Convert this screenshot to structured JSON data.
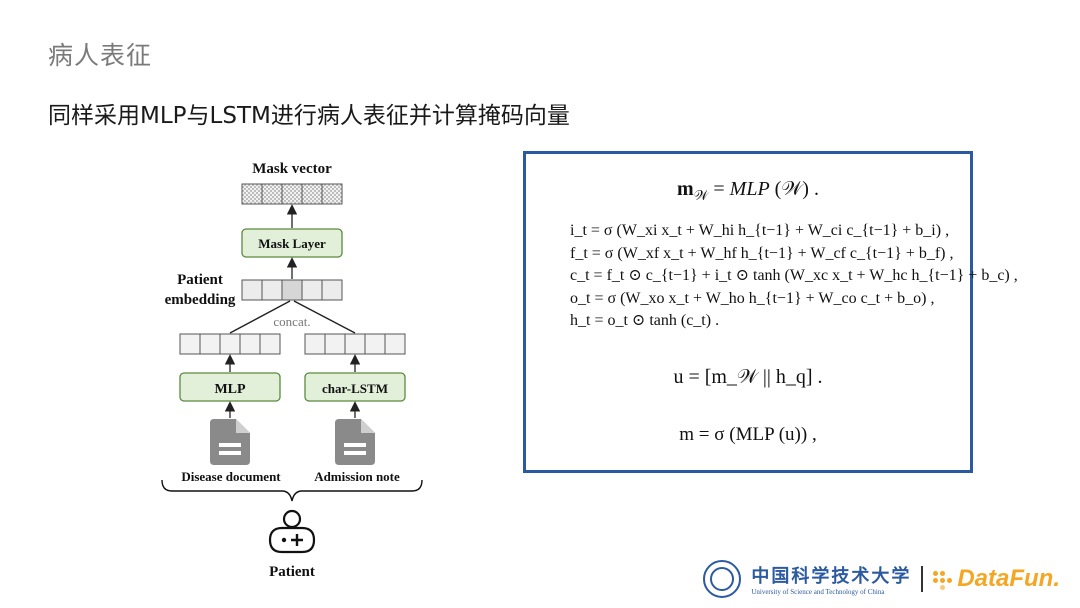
{
  "page": {
    "title": "病人表征",
    "subtitle": "同样采用MLP与LSTM进行病人表征并计算掩码向量"
  },
  "diagram": {
    "mask_vector_label": "Mask vector",
    "mask_layer_label": "Mask Layer",
    "patient_embedding_label_line1": "Patient",
    "patient_embedding_label_line2": "embedding",
    "concat_label": "concat.",
    "mlp_label": "MLP",
    "char_lstm_label": "char-LSTM",
    "doc_left_label": "Disease document",
    "doc_right_label": "Admission note",
    "patient_label": "Patient",
    "colors": {
      "layer_fill": "#e3f0d9",
      "layer_stroke": "#5a8a3c",
      "cell_fill": "#eeeeee",
      "doc_icon": "#8a8a8a"
    },
    "icons": [
      "document-icon",
      "patient-icon"
    ]
  },
  "equations": {
    "eq1_lhs": "m",
    "eq1_lhs_sub": "𝒲",
    "eq1_rhs_fn": "MLP",
    "eq1_rhs_arg": "(𝒲) .",
    "lstm_lines": [
      "i_t = σ (W_xi x_t + W_hi h_{t−1} + W_ci c_{t−1} + b_i) ,",
      "f_t = σ (W_xf x_t + W_hf h_{t−1} + W_cf c_{t−1} + b_f) ,",
      "c_t = f_t ⊙ c_{t−1} + i_t ⊙ tanh (W_xc x_t + W_hc h_{t−1} + b_c) ,",
      "o_t = σ (W_xo x_t + W_ho h_{t−1} + W_co c_t + b_o) ,",
      "h_t = o_t ⊙ tanh (c_t) ."
    ],
    "eq3": "u = [m_𝒲 || h_q] .",
    "eq4": "m = σ (MLP (u)) ,",
    "box_border_color": "#2c5aa0"
  },
  "footer": {
    "ustc_cn": "中国科学技术大学",
    "ustc_en": "University of Science and Technology of China",
    "brand": "DataFun.",
    "brand_color": "#f5a623"
  }
}
